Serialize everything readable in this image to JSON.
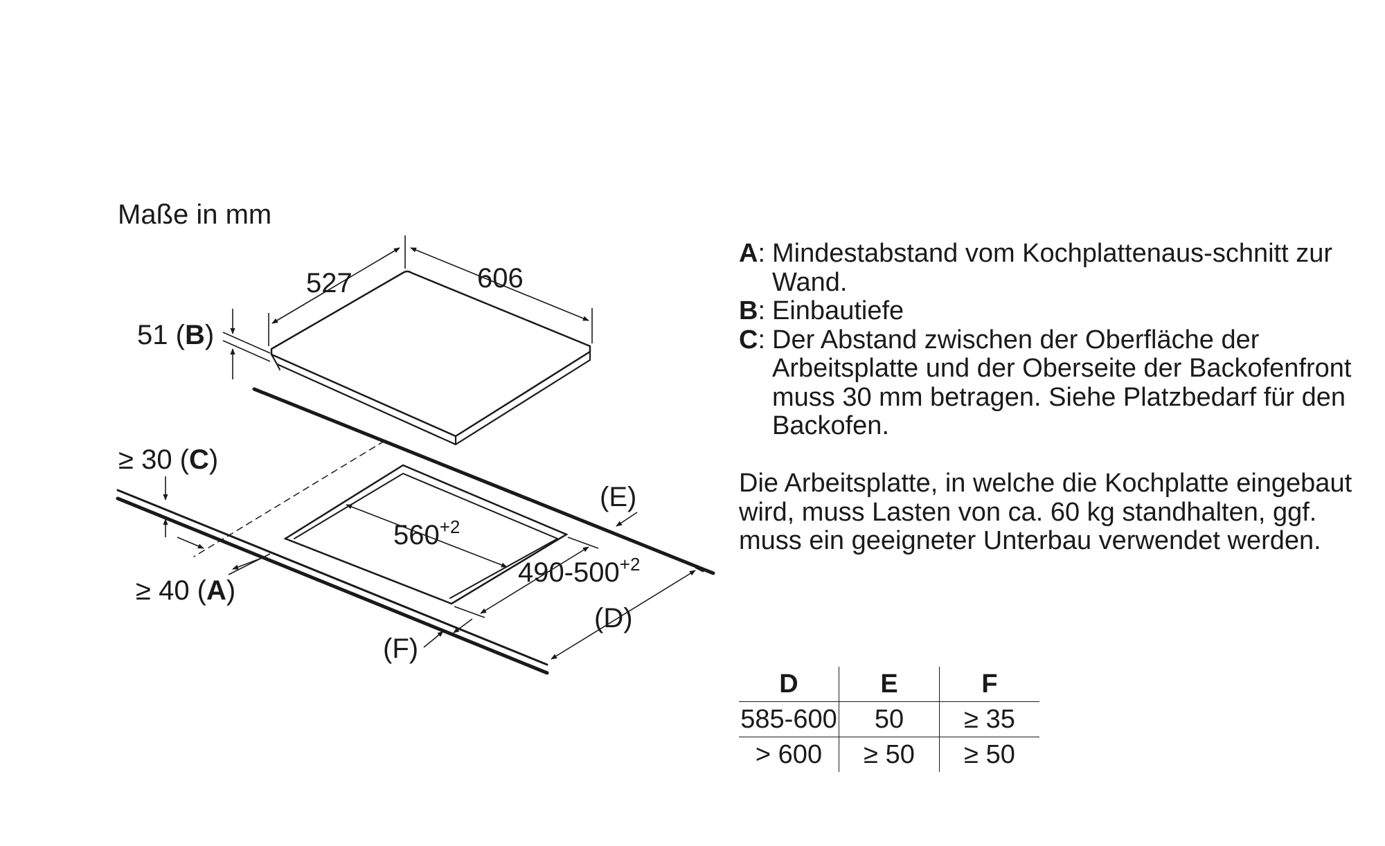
{
  "units_label": "Maße in mm",
  "diagram": {
    "width_label": "527",
    "depth_label": "606",
    "height_label_prefix": "51 (",
    "height_key": "B",
    "height_label_suffix": ")",
    "c_label_prefix": "≥ 30 (",
    "c_key": "C",
    "c_label_suffix": ")",
    "a_label_prefix": "≥ 40 (",
    "a_key": "A",
    "a_label_suffix": ")",
    "cutout_width_base": "560",
    "cutout_width_tol": "+2",
    "cutout_depth_base": "490-500",
    "cutout_depth_tol": "+2",
    "e_label": "(E)",
    "d_label": "(D)",
    "f_label": "(F)"
  },
  "legend": [
    {
      "key": "A",
      "text": "Mindestabstand vom Kochplattenaus-schnitt zur Wand."
    },
    {
      "key": "B",
      "text": "Einbautiefe"
    },
    {
      "key": "C",
      "text": "Der Abstand zwischen der Oberfläche der Arbeitsplatte und der Oberseite der Backofenfront muss 30 mm betragen. Siehe Platzbedarf für den Backofen."
    }
  ],
  "note": "Die Arbeitsplatte, in welche die Kochplatte eingebaut wird, muss Lasten von ca. 60 kg standhalten, ggf. muss ein geeigneter Unterbau verwendet werden.",
  "table": {
    "headers": [
      "D",
      "E",
      "F"
    ],
    "rows": [
      [
        "585-600",
        "50",
        "≥ 35"
      ],
      [
        "> 600",
        "≥ 50",
        "≥ 50"
      ]
    ]
  }
}
